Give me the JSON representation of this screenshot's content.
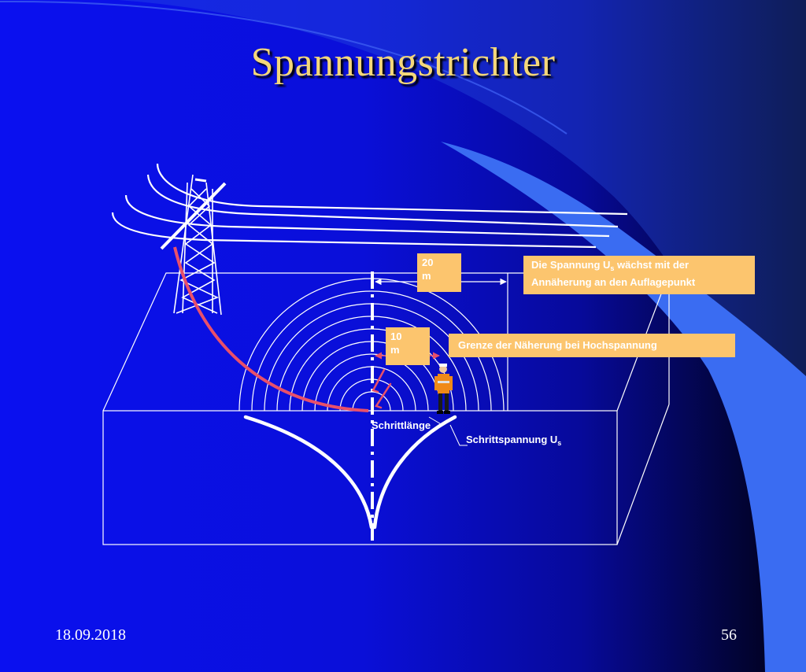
{
  "slide": {
    "title": "Spannungstrichter",
    "date": "18.09.2018",
    "page_number": "56"
  },
  "labels": {
    "distance_20": {
      "value": "20",
      "unit": "m"
    },
    "distance_10": {
      "value": "10",
      "unit": "m"
    },
    "voltage_note": {
      "prefix": "Die Spannung U",
      "subscript": "s",
      "suffix": " wächst mit der",
      "line2": "Annäherung an den Auflagepunkt"
    },
    "approach_limit": "Grenze der Näherung bei Hochspannung",
    "step_length": "Schrittlänge",
    "step_voltage": {
      "text": "Schrittspannung U",
      "subscript": "s"
    }
  },
  "colors": {
    "background_main": "#0a10f0",
    "background_dark": "#000010",
    "accent_swoosh": "#3a6cf2",
    "title": "#f4d77a",
    "label_box": "#fcc56e",
    "fault_path": "#e8506a"
  }
}
